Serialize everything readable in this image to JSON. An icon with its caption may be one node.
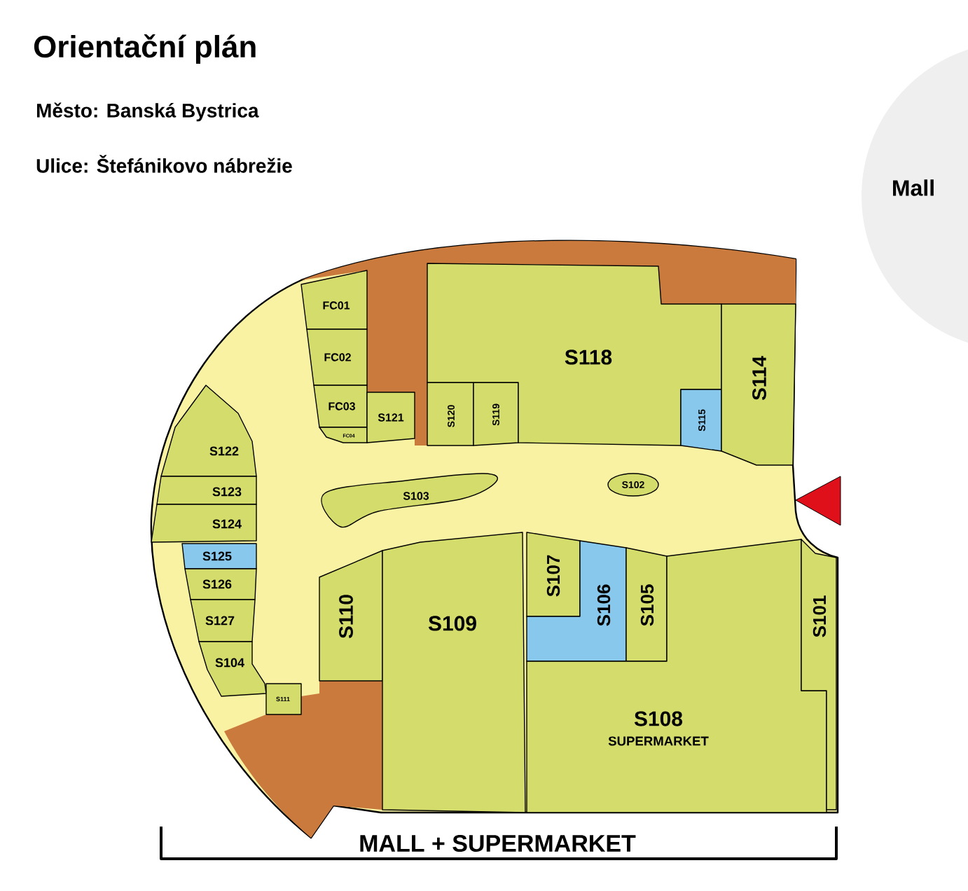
{
  "diagram": {
    "title": "Orientační plán",
    "nodes": [
      {
        "text": [
          "FC01"
        ]
      },
      {
        "text": [
          "FC02"
        ]
      },
      {
        "text": [
          "FC03"
        ]
      },
      {
        "text": [
          "FC04"
        ]
      },
      {
        "text": [
          "S121"
        ]
      },
      {
        "text": [
          "S120"
        ]
      },
      {
        "text": [
          "S119"
        ]
      },
      {
        "text": [
          "S118"
        ]
      },
      {
        "text": [
          "S115"
        ]
      },
      {
        "text": [
          "S114"
        ]
      },
      {
        "text": [
          "Mall"
        ]
      },
      {
        "text": [
          "S122"
        ]
      },
      {
        "text": [
          "S123"
        ]
      },
      {
        "text": [
          "S103"
        ]
      },
      {
        "text": [
          "S102"
        ]
      },
      {
        "text": [
          "S124"
        ]
      },
      {
        "text": [
          "S125"
        ]
      },
      {
        "text": [
          "S126"
        ]
      },
      {
        "text": [
          "S127"
        ]
      },
      {
        "text": [
          "S104"
        ]
      },
      {
        "text": [
          "S111"
        ]
      },
      {
        "text": [
          "S110"
        ]
      },
      {
        "text": [
          "S109"
        ]
      },
      {
        "text": [
          "S107"
        ]
      },
      {
        "text": [
          "S106"
        ]
      },
      {
        "text": [
          "S105"
        ]
      },
      {
        "text": [
          "S108",
          "SUPERMARKET"
        ]
      },
      {
        "text": [
          "S101"
        ]
      }
    ],
    "labels": [
      "Město: Banská Bystrica",
      "Ulice: Štefánikovo nábrežie",
      "MALL + SUPERMARKET"
    ]
  }
}
